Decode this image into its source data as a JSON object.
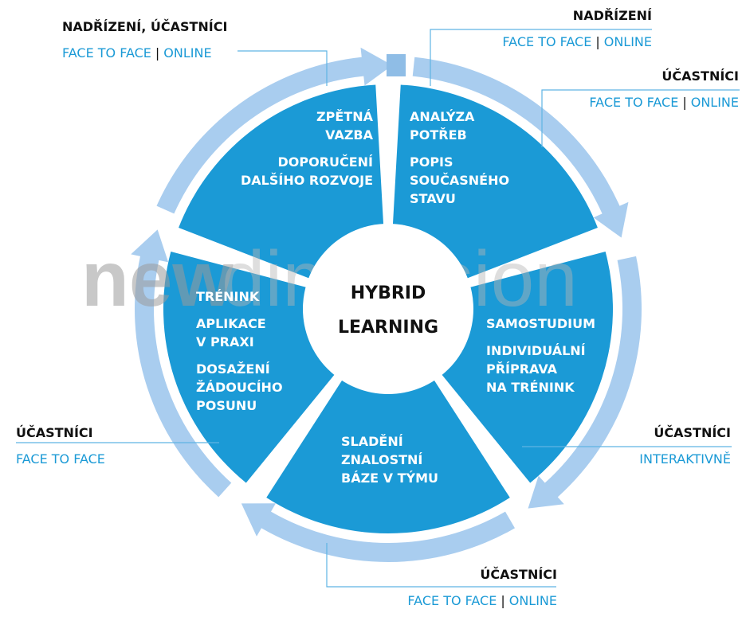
{
  "watermark": {
    "part1": "new",
    "part2": "dimension"
  },
  "center": {
    "line1": "HYBRID",
    "line2": "LEARNING"
  },
  "segments": {
    "analysis": {
      "lines": [
        "ANALÝZA",
        "POTŘEB",
        "POPIS",
        "SOUČASNÉHO",
        "STAVU"
      ]
    },
    "self_study": {
      "lines": [
        "SAMOSTUDIUM",
        "INDIVIDUÁLNÍ",
        "PŘÍPRAVA",
        "NA TRÉNINK"
      ]
    },
    "alignment": {
      "lines": [
        "SLADĚNÍ",
        "ZNALOSTNÍ",
        "BÁZE V TÝMU"
      ]
    },
    "training": {
      "lines": [
        "TRÉNINK",
        "APLIKACE",
        "V PRAXI",
        "DOSAŽENÍ",
        "ŽÁDOUCÍHO",
        "POSUNU"
      ]
    },
    "feedback": {
      "lines": [
        "ZPĚTNÁ",
        "VAZBA",
        "DOPORUČENÍ",
        "DALŠÍHO ROZVOJE"
      ]
    }
  },
  "labels": {
    "top_left": {
      "title": "NADŘÍZENÍ, ÚČASTNÍCI",
      "mode1": "FACE TO FACE",
      "sep": "|",
      "mode2": "ONLINE"
    },
    "top_right": {
      "title": "NADŘÍZENÍ",
      "mode1": "FACE TO FACE",
      "sep": "|",
      "mode2": "ONLINE"
    },
    "right_upper": {
      "title": "ÚČASTNÍCI",
      "mode1": "FACE TO FACE",
      "sep": "|",
      "mode2": "ONLINE"
    },
    "right_lower": {
      "title": "ÚČASTNÍCI",
      "mode1": "INTERAKTIVNĚ"
    },
    "left": {
      "title": "ÚČASTNÍCI",
      "mode1": "FACE TO FACE"
    },
    "bottom": {
      "title": "ÚČASTNÍCI",
      "mode1": "FACE TO FACE",
      "sep": "|",
      "mode2": "ONLINE"
    }
  },
  "colors": {
    "segment": "#1b9ad6",
    "ring": "#a9cdef",
    "leader": "#5fb4e4",
    "accent_text": "#1b9ad6",
    "watermark": "#999999"
  }
}
